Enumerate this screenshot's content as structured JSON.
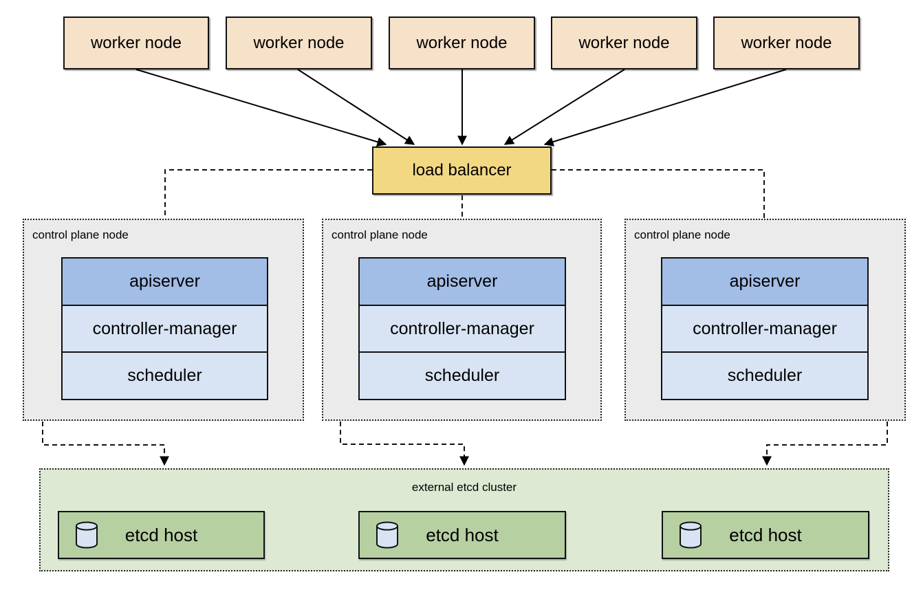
{
  "colors": {
    "worker_fill": "#f6e1c9",
    "load_balancer_fill": "#f2d883",
    "apiserver_fill": "#a2bde6",
    "component_fill": "#d8e4f4",
    "control_plane_bg": "#ebebeb",
    "etcd_cluster_bg": "#dde9d2",
    "etcd_host_fill": "#b6d0a2",
    "cylinder_fill": "#d8e4f3",
    "line_color": "#000000",
    "text_color": "#000000"
  },
  "icons": {
    "etcd_host_icon": "database-cylinder-icon"
  },
  "workers": [
    {
      "label": "worker node"
    },
    {
      "label": "worker node"
    },
    {
      "label": "worker node"
    },
    {
      "label": "worker node"
    },
    {
      "label": "worker node"
    }
  ],
  "load_balancer": {
    "label": "load balancer"
  },
  "control_planes": [
    {
      "label": "control plane node",
      "components": [
        {
          "name": "apiserver"
        },
        {
          "name": "controller-manager"
        },
        {
          "name": "scheduler"
        }
      ]
    },
    {
      "label": "control plane node",
      "components": [
        {
          "name": "apiserver"
        },
        {
          "name": "controller-manager"
        },
        {
          "name": "scheduler"
        }
      ]
    },
    {
      "label": "control plane node",
      "components": [
        {
          "name": "apiserver"
        },
        {
          "name": "controller-manager"
        },
        {
          "name": "scheduler"
        }
      ]
    }
  ],
  "etcd_cluster": {
    "label": "external etcd cluster",
    "hosts": [
      {
        "label": "etcd host"
      },
      {
        "label": "etcd host"
      },
      {
        "label": "etcd host"
      }
    ]
  }
}
